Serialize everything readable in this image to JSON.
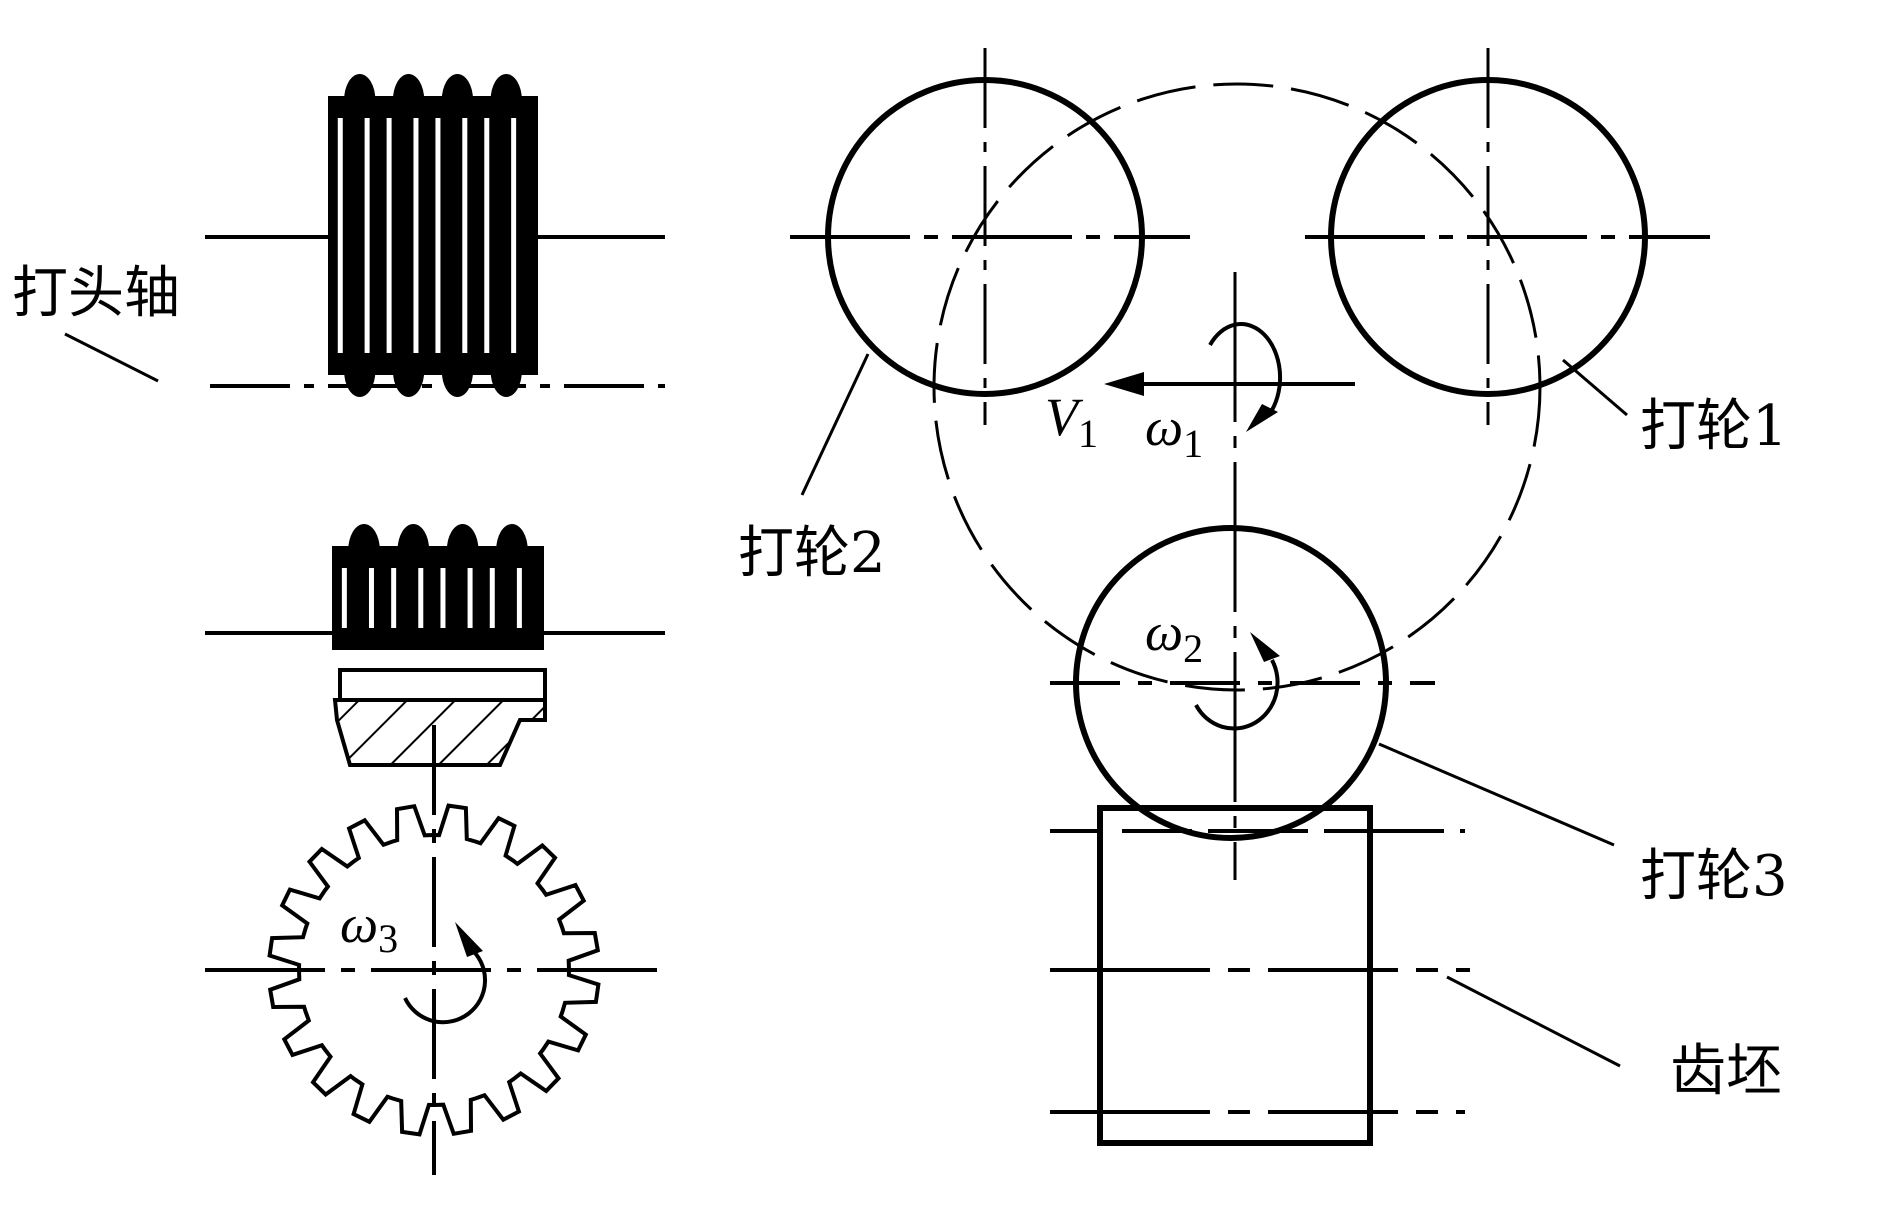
{
  "diagram": {
    "title": "",
    "labels": {
      "head_shaft": "打头轴",
      "wheel_1": "打轮1",
      "wheel_2": "打轮2",
      "wheel_3": "打轮3",
      "gear_blank": "齿坯"
    },
    "symbols": {
      "v1": {
        "main": "V",
        "sub": "1"
      },
      "omega1": {
        "main": "ω",
        "sub": "1"
      },
      "omega2": {
        "main": "ω",
        "sub": "2"
      },
      "omega3": {
        "main": "ω",
        "sub": "3"
      }
    },
    "colors": {
      "stroke": "#000000",
      "background": "#ffffff"
    },
    "gear_teeth_count": 20,
    "worm_thread_count": 4
  }
}
